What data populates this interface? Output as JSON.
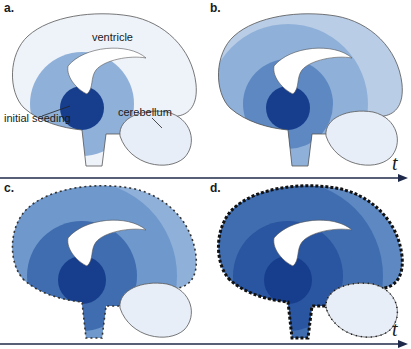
{
  "diagram": {
    "labels": [
      "a.",
      "ventricle",
      "initial seeding",
      "cerebellum",
      "b.",
      "c.",
      "d.",
      "t",
      "t"
    ]
  }
}
